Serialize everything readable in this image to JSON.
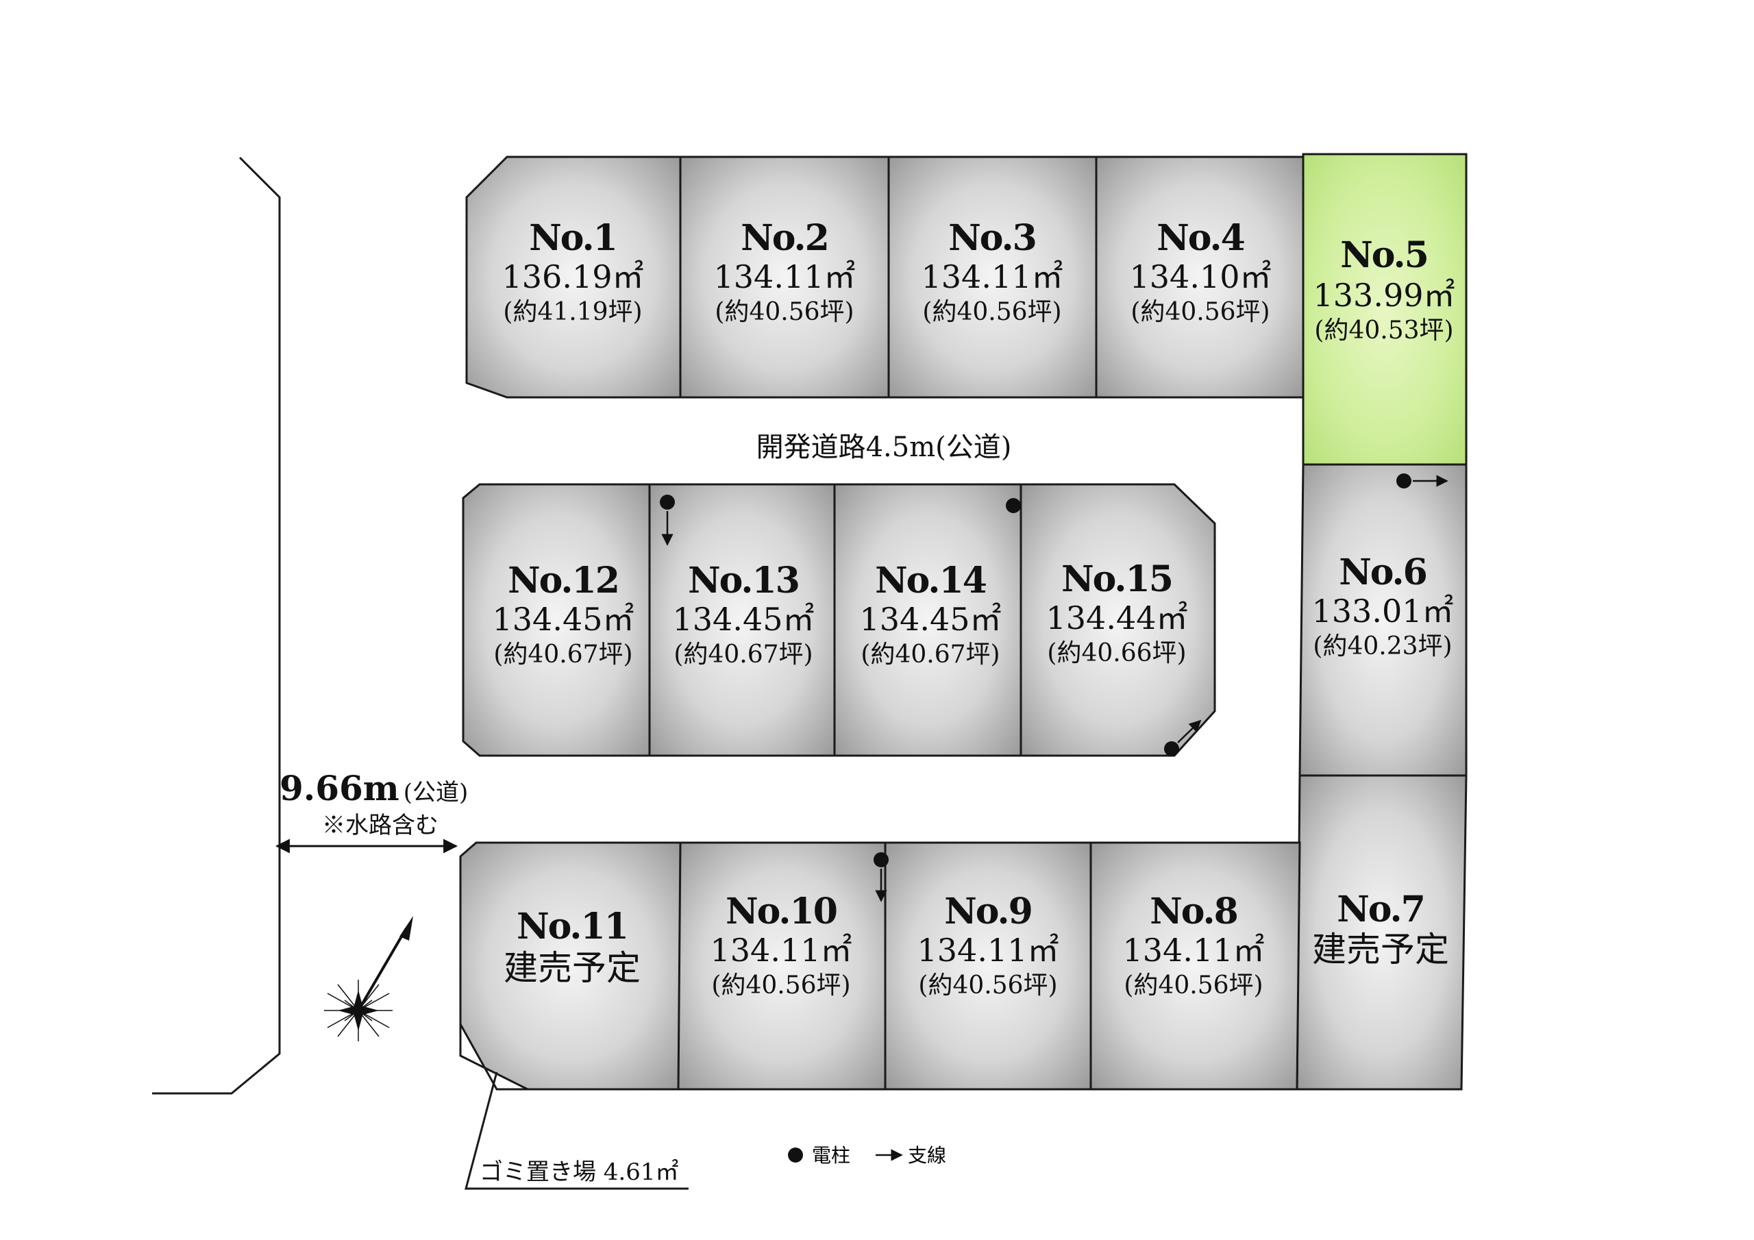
{
  "colors": {
    "lot_fill_center": "#f4f4f4",
    "lot_fill_edge": "#9a9a9a",
    "highlight_center": "#e8f7c4",
    "highlight_edge": "#b7e07a",
    "outline": "#1a1a1a"
  },
  "lots": [
    {
      "id": "1",
      "label": "No.1",
      "area": "136.19㎡",
      "tsubo": "(約41.19坪)"
    },
    {
      "id": "2",
      "label": "No.2",
      "area": "134.11㎡",
      "tsubo": "(約40.56坪)"
    },
    {
      "id": "3",
      "label": "No.3",
      "area": "134.11㎡",
      "tsubo": "(約40.56坪)"
    },
    {
      "id": "4",
      "label": "No.4",
      "area": "134.10㎡",
      "tsubo": "(約40.56坪)"
    },
    {
      "id": "5",
      "label": "No.5",
      "area": "133.99㎡",
      "tsubo": "(約40.53坪)",
      "highlighted": true
    },
    {
      "id": "6",
      "label": "No.6",
      "area": "133.01㎡",
      "tsubo": "(約40.23坪)"
    },
    {
      "id": "7",
      "label": "No.7",
      "note": "建売予定"
    },
    {
      "id": "8",
      "label": "No.8",
      "area": "134.11㎡",
      "tsubo": "(約40.56坪)"
    },
    {
      "id": "9",
      "label": "No.9",
      "area": "134.11㎡",
      "tsubo": "(約40.56坪)"
    },
    {
      "id": "10",
      "label": "No.10",
      "area": "134.11㎡",
      "tsubo": "(約40.56坪)"
    },
    {
      "id": "11",
      "label": "No.11",
      "note": "建売予定"
    },
    {
      "id": "12",
      "label": "No.12",
      "area": "134.45㎡",
      "tsubo": "(約40.67坪)"
    },
    {
      "id": "13",
      "label": "No.13",
      "area": "134.45㎡",
      "tsubo": "(約40.67坪)"
    },
    {
      "id": "14",
      "label": "No.14",
      "area": "134.45㎡",
      "tsubo": "(約40.67坪)"
    },
    {
      "id": "15",
      "label": "No.15",
      "area": "134.44㎡",
      "tsubo": "(約40.66坪)"
    }
  ],
  "road_label": "開発道路4.5m(公道)",
  "public_road": {
    "width": "9.66m",
    "type": "(公道)",
    "note": "※水路含む"
  },
  "garbage_label": "ゴミ置き場 4.61㎡",
  "legend": {
    "pole": "電柱",
    "guy_wire": "支線"
  },
  "icons": {
    "pole": "filled-circle",
    "guy_wire": "arrow",
    "north": "compass-rose"
  }
}
